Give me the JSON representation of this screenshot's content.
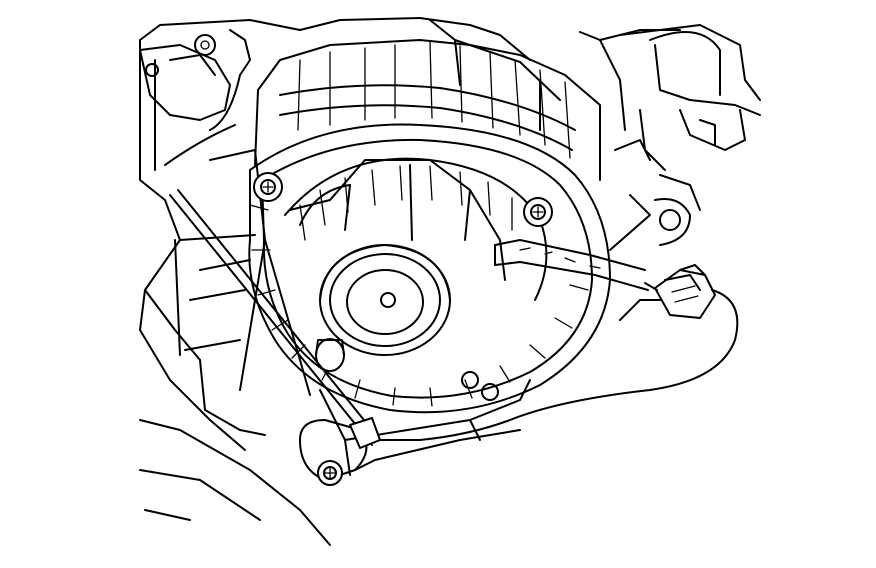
{
  "diagram": {
    "subject": "blower-motor-assembly",
    "style": "line-art",
    "line_color": "#000000",
    "background_color": "#ffffff",
    "parts": [
      "hvac-module-housing",
      "blower-motor",
      "blower-wheel",
      "mounting-screws",
      "electrical-connector",
      "wire-harness",
      "blower-motor-bracket"
    ],
    "mounting_screw_count": 3
  }
}
